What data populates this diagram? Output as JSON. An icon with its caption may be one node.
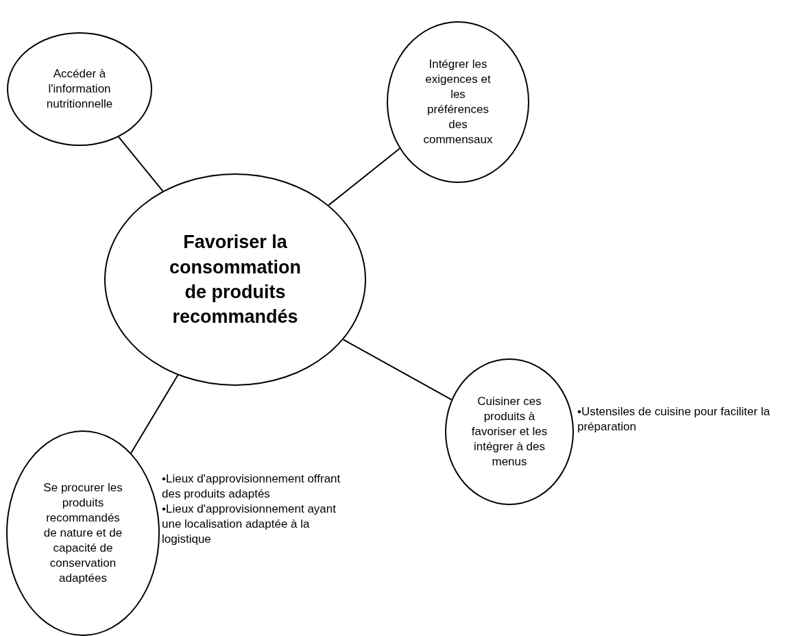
{
  "diagram": {
    "nodes": [
      {
        "text": [
          "Favoriser la consommation de produits recommandés"
        ]
      },
      {
        "text": [
          "Accéder à l'information nutritionnelle"
        ]
      },
      {
        "text": [
          "Intégrer les exigences et les préférences des commensaux"
        ]
      },
      {
        "text": [
          "Cuisiner ces produits à favoriser et les intégrer à des menus"
        ],
        "beside": [
          "•Ustensiles de cuisine pour faciliter la préparation"
        ]
      },
      {
        "text": [
          "Se procurer les produits recommandés de nature et de capacité de conservation adaptées"
        ],
        "beside": [
          "•Lieux d'approvisionnement offrant des produits adaptés",
          "•Lieux d'approvisionnement ayant une localisation adaptée à la logistique"
        ]
      }
    ],
    "edges": [
      {
        "from": 0,
        "to": 1,
        "arrow": "none"
      },
      {
        "from": 0,
        "to": 2,
        "arrow": "none"
      },
      {
        "from": 0,
        "to": 3,
        "arrow": "none"
      },
      {
        "from": 0,
        "to": 4,
        "arrow": "none"
      }
    ]
  }
}
